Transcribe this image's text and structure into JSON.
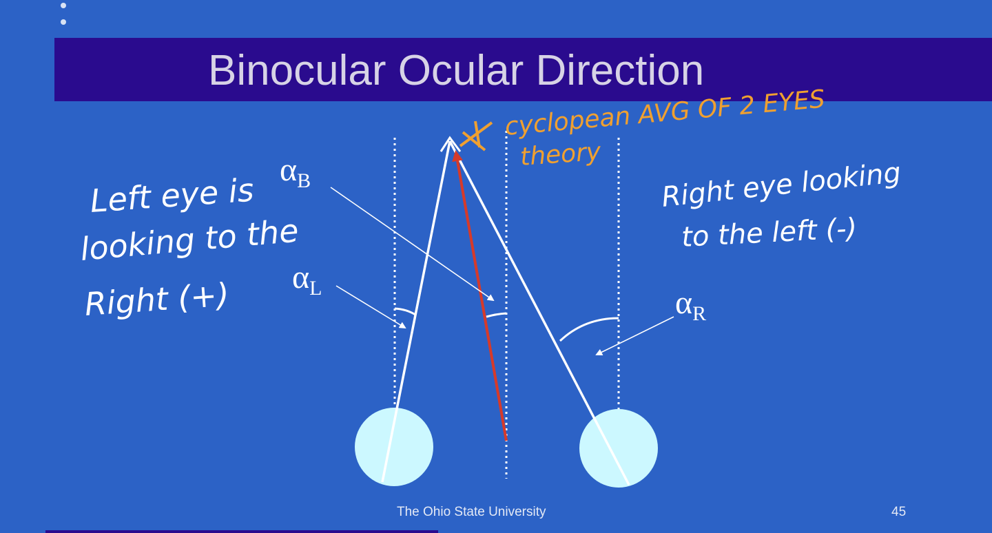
{
  "slide": {
    "title": "Binocular Ocular Direction",
    "footer": "The Ohio State University",
    "page_number": "45"
  },
  "diagram": {
    "labels": {
      "alpha_B": {
        "symbol": "α",
        "subscript": "B"
      },
      "alpha_L": {
        "symbol": "α",
        "subscript": "L"
      },
      "alpha_R": {
        "symbol": "α",
        "subscript": "R"
      }
    }
  },
  "annotations": {
    "left_note": [
      "Left eye is",
      "looking to the",
      "Right (+)"
    ],
    "right_note": [
      "Right eye looking",
      "to the left (-)"
    ],
    "top_note_line1": "cyclopean AVG OF 2 EYES",
    "top_note_line2": "theory"
  },
  "colors": {
    "background": "#2c62c6",
    "title_bar": "#2a0b8e",
    "eye_fill": "#ccf8ff",
    "annotation_orange": "#f0a030",
    "cyclopean_line": "#d63a2a"
  }
}
